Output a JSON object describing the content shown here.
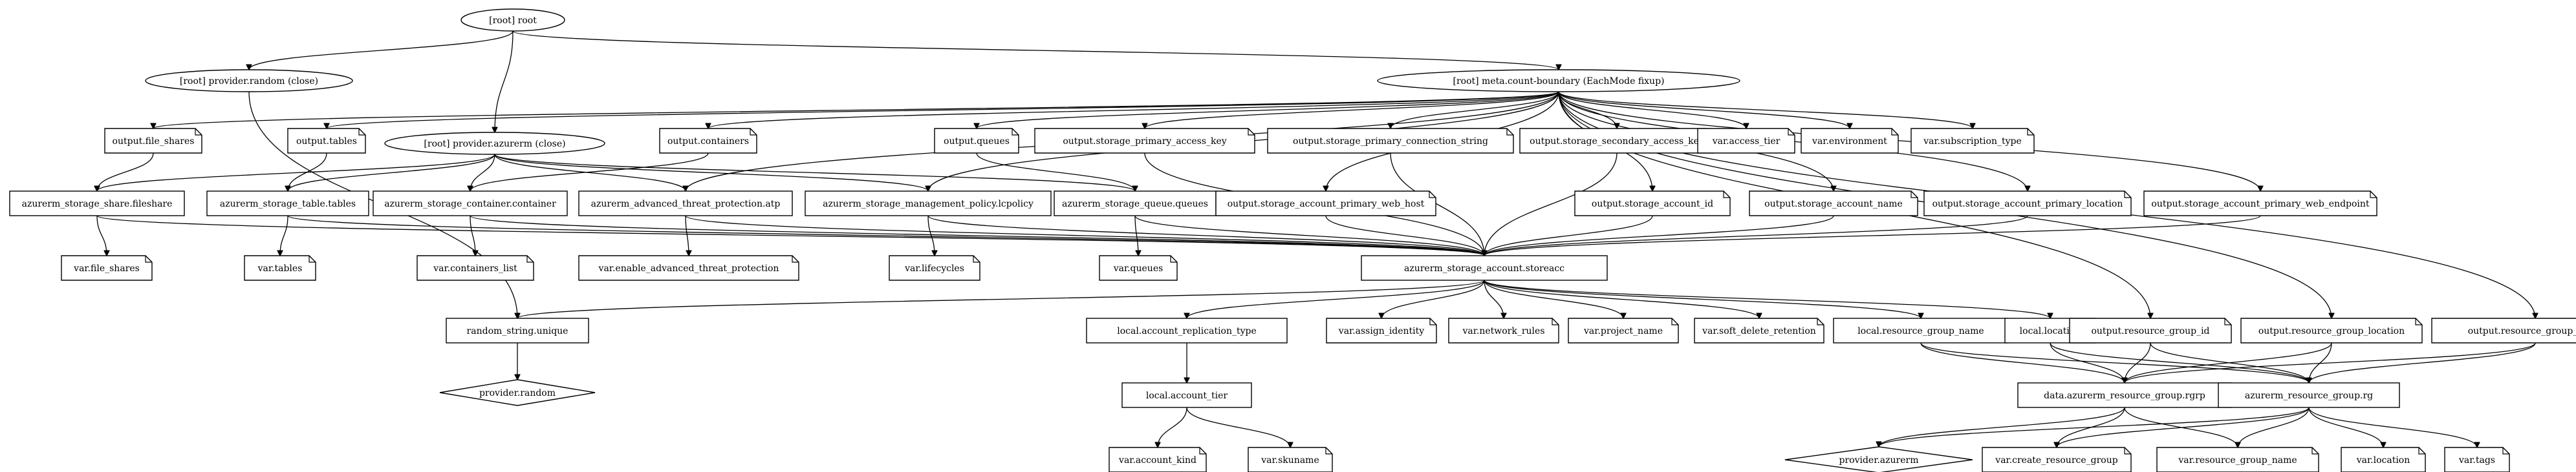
{
  "nodes": {
    "root": "[root] root",
    "prov_random": "[root] provider.random (close)",
    "meta": "[root] meta.count-boundary (EachMode fixup)",
    "prov_azurerm": "[root] provider.azurerm (close)",
    "out_file_shares": "output.file_shares",
    "out_tables": "output.tables",
    "out_containers": "output.containers",
    "out_queues": "output.queues",
    "out_spak": "output.storage_primary_access_key",
    "out_spcs": "output.storage_primary_connection_string",
    "out_ssak": "output.storage_secondary_access_key",
    "var_access_tier": "var.access_tier",
    "var_environment": "var.environment",
    "var_subscription_type": "var.subscription_type",
    "share": "azurerm_storage_share.fileshare",
    "table": "azurerm_storage_table.tables",
    "container": "azurerm_storage_container.container",
    "atp": "azurerm_advanced_threat_protection.atp",
    "mgmt": "azurerm_storage_management_policy.lcpolicy",
    "queue": "azurerm_storage_queue.queues",
    "out_sapwh": "output.storage_account_primary_web_host",
    "out_said": "output.storage_account_id",
    "out_saname": "output.storage_account_name",
    "out_sapl": "output.storage_account_primary_location",
    "out_sapwe": "output.storage_account_primary_web_endpoint",
    "var_file_shares": "var.file_shares",
    "var_tables": "var.tables",
    "var_containers_list": "var.containers_list",
    "var_eatp": "var.enable_advanced_threat_protection",
    "var_lifecycles": "var.lifecycles",
    "var_queues": "var.queues",
    "storeacc": "azurerm_storage_account.storeacc",
    "random_string": "random_string.unique",
    "prov_random_shape": "provider.random",
    "local_art": "local.account_replication_type",
    "var_assign_identity": "var.assign_identity",
    "var_network_rules": "var.network_rules",
    "var_project_name": "var.project_name",
    "var_soft_delete": "var.soft_delete_retention",
    "local_rgn": "local.resource_group_name",
    "local_location": "local.location",
    "out_rgid": "output.resource_group_id",
    "out_rgloc": "output.resource_group_location",
    "out_rgname": "output.resource_group_name",
    "local_tier": "local.account_tier",
    "data_rgrp": "data.azurerm_resource_group.rgrp",
    "rg": "azurerm_resource_group.rg",
    "var_account_kind": "var.account_kind",
    "var_skuname": "var.skuname",
    "prov_azurerm_shape": "provider.azurerm",
    "var_create_rg": "var.create_resource_group",
    "var_rg_name": "var.resource_group_name",
    "var_location": "var.location",
    "var_tags": "var.tags"
  }
}
